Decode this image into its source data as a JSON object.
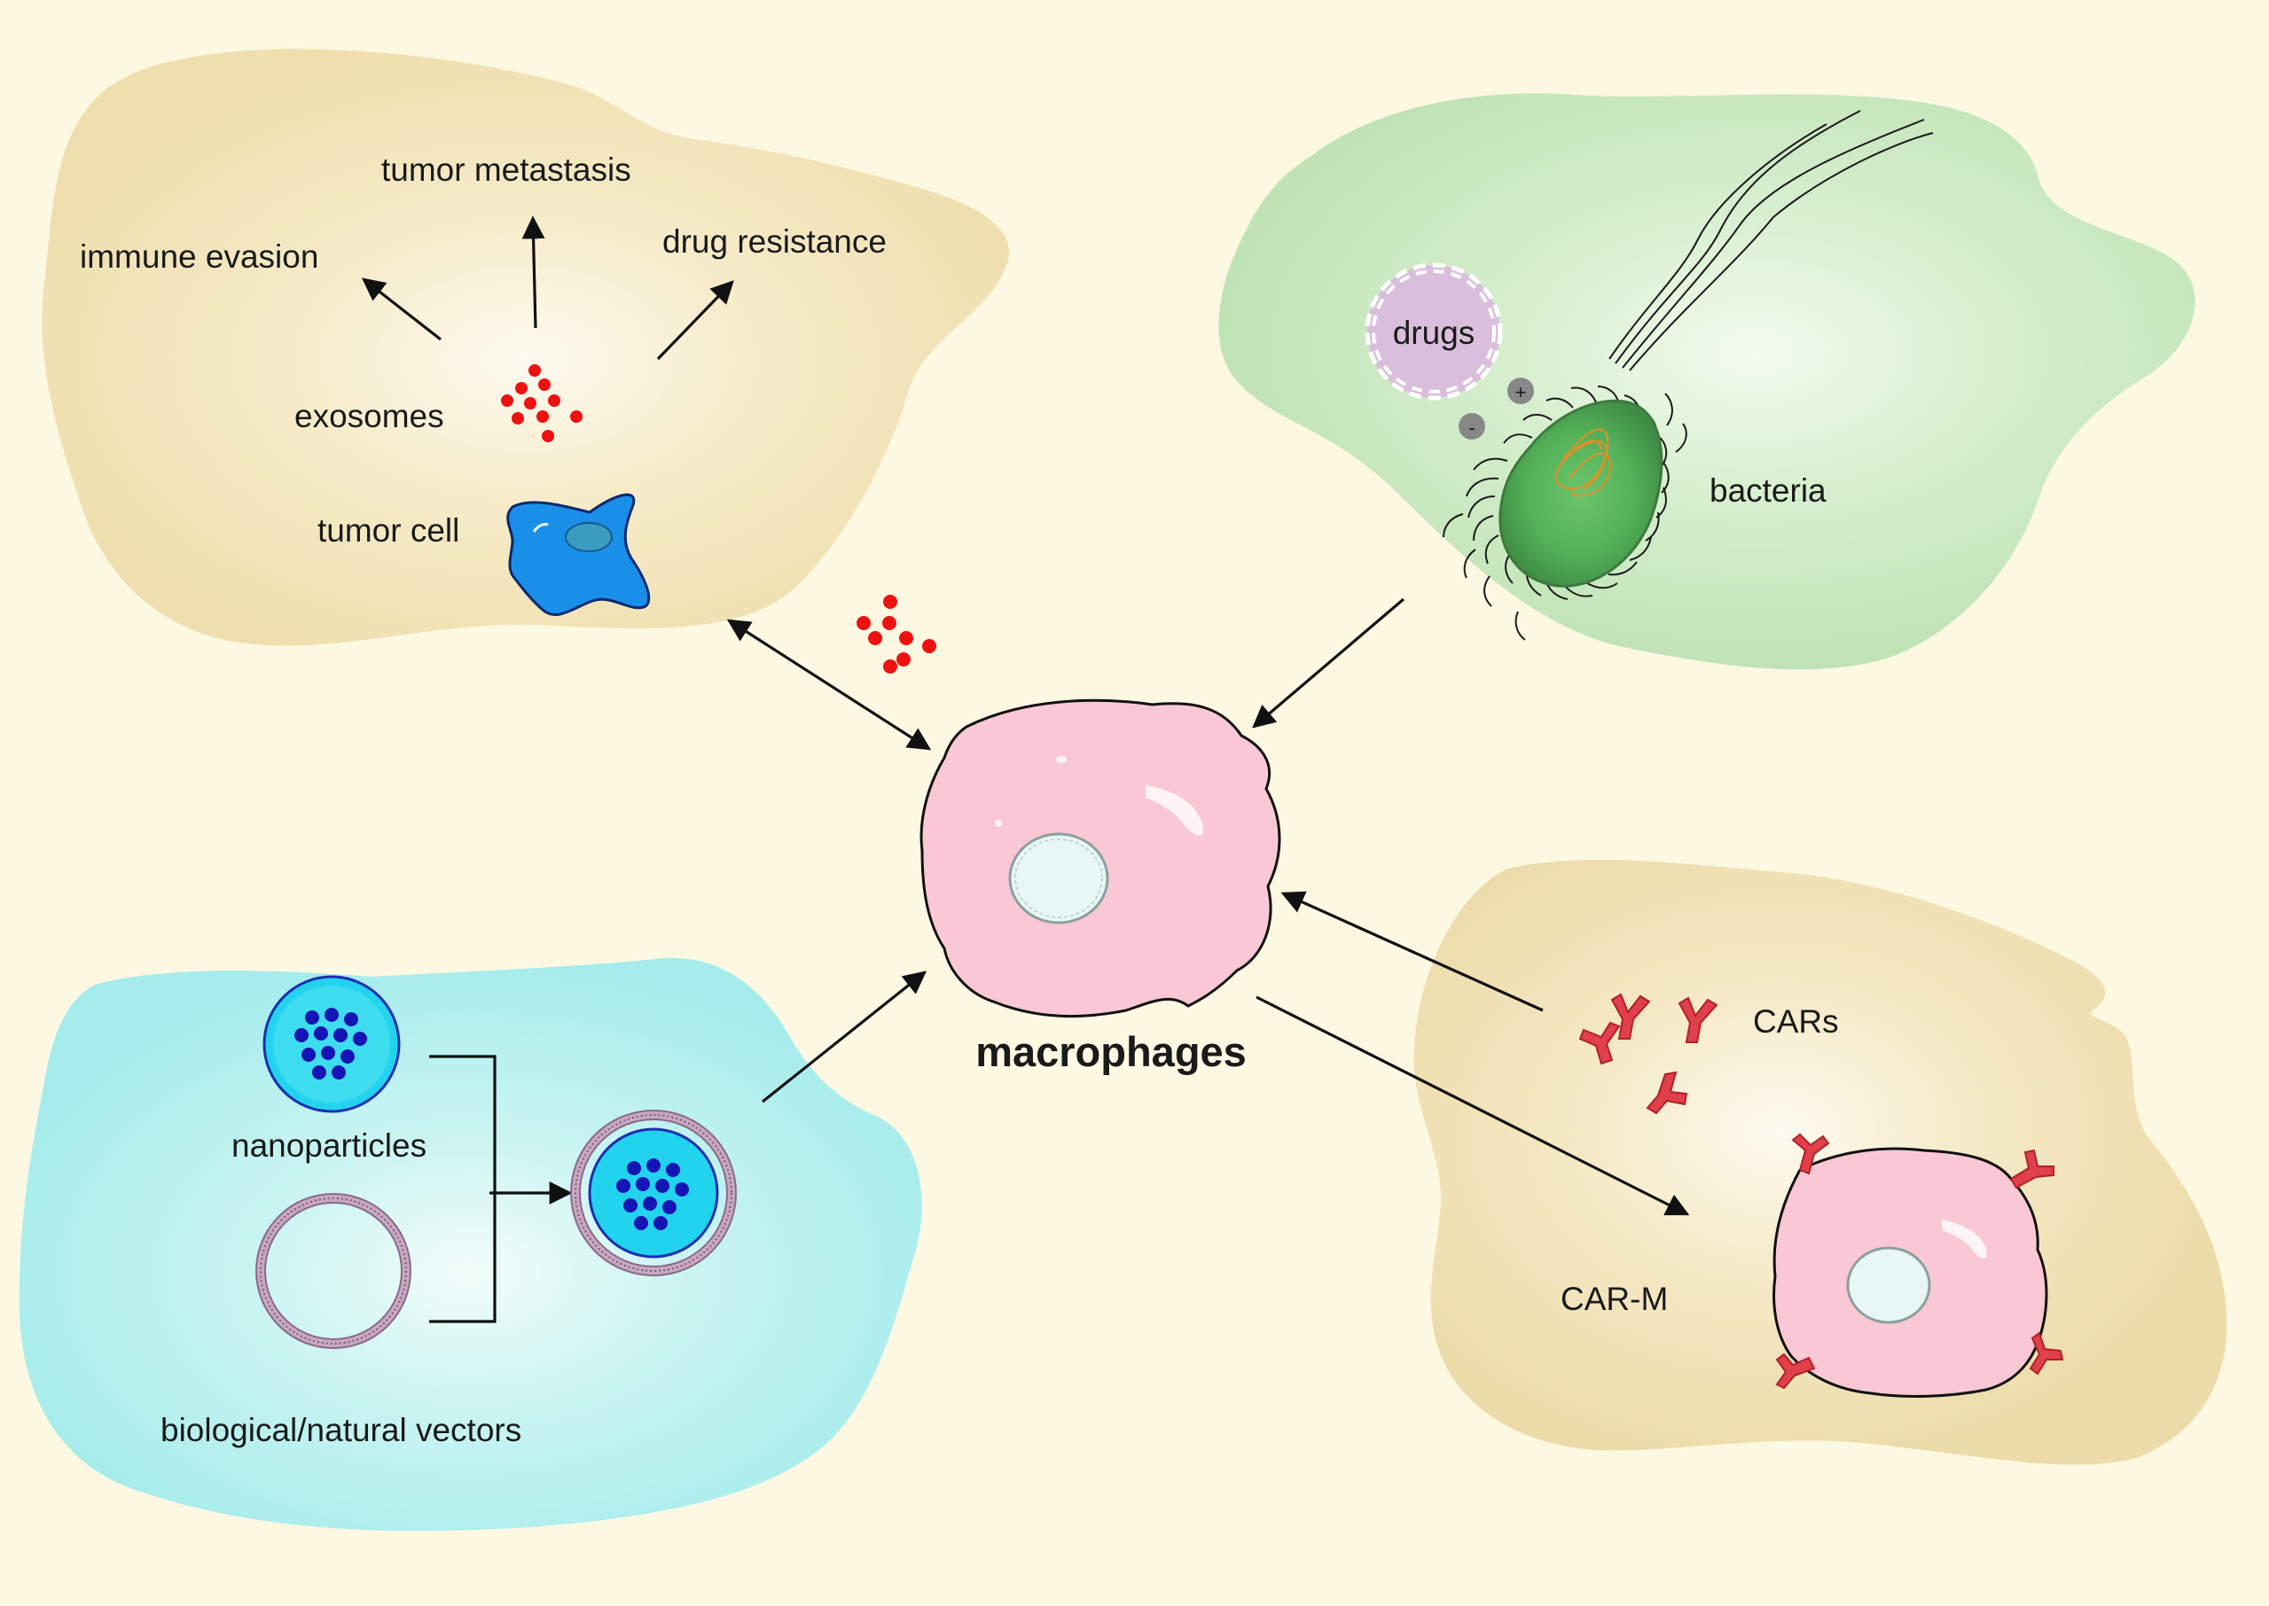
{
  "center": {
    "title": "macrophages"
  },
  "tumor": {
    "immune_evasion": "immune evasion",
    "metastasis": "tumor metastasis",
    "drug_resistance": "drug resistance",
    "exosomes": "exosomes",
    "tumor_cell": "tumor cell"
  },
  "bacteria": {
    "drugs": "drugs",
    "bacteria": "bacteria",
    "plus": "+",
    "minus": "-"
  },
  "delivery": {
    "nanoparticles": "nanoparticles",
    "vectors": "biological/natural vectors"
  },
  "car": {
    "cars": "CARs",
    "car_m": "CAR-M"
  },
  "colors": {
    "background": "#fdf8e2",
    "tumor_region": "#f0e2b4",
    "bacteria_region": "#c6e8be",
    "delivery_region": "#a8eeee",
    "car_region": "#f0e2b4",
    "macrophage": "#f9c8d4",
    "exosome": "#ee1111",
    "car_receptor": "#e0404a"
  },
  "icons": [
    "macrophage-cell-icon",
    "tumor-cell-icon",
    "exosome-dots-icon",
    "bacterium-icon",
    "drug-vesicle-icon",
    "nanoparticle-icon",
    "vector-ring-icon",
    "car-receptor-icon",
    "car-m-cell-icon"
  ]
}
